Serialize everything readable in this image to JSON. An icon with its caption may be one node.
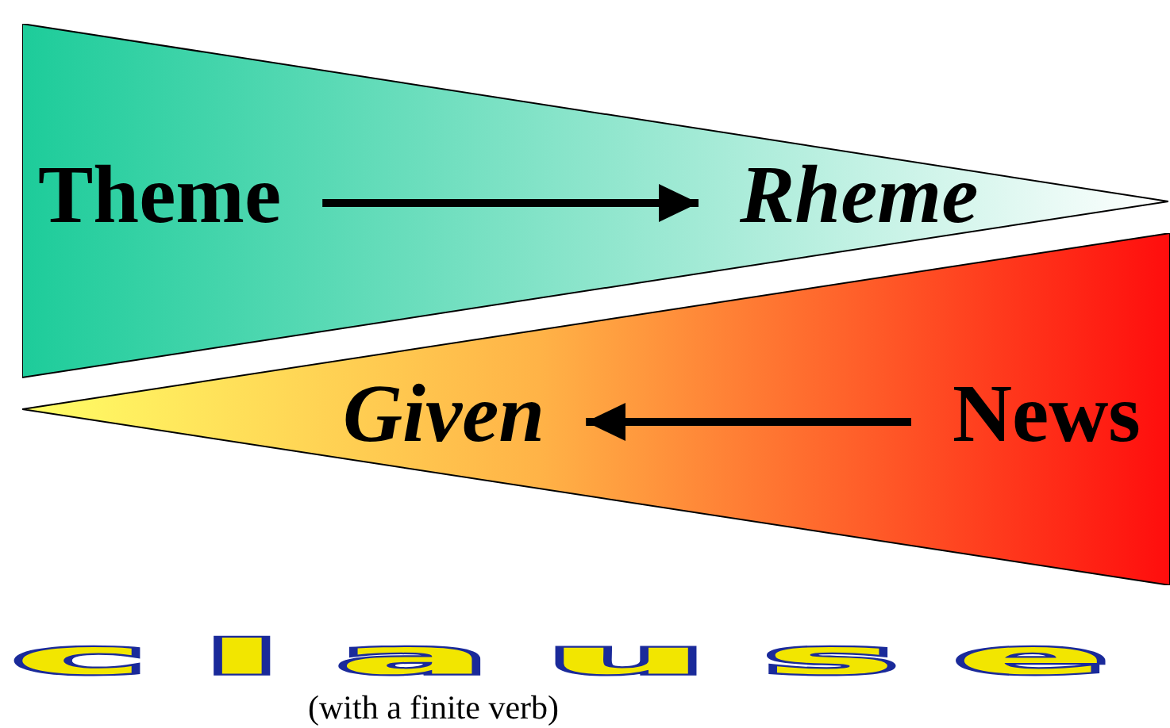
{
  "diagram": {
    "nodes": [
      {
        "text": [],
        "shape": "triangle"
      },
      {
        "text": [
          "Theme"
        ],
        "in": 0
      },
      {
        "text": [
          "Rheme"
        ],
        "in": 0
      },
      {
        "text": [],
        "shape": "triangle"
      },
      {
        "text": [
          "Given"
        ],
        "in": 3
      },
      {
        "text": [
          "News"
        ],
        "in": 3
      }
    ],
    "edges": [
      {
        "from": 1,
        "to": 2,
        "arrow": "to"
      },
      {
        "from": 5,
        "to": 4,
        "arrow": "to"
      }
    ],
    "labels": [
      "clause",
      "(with a finite verb)"
    ]
  }
}
